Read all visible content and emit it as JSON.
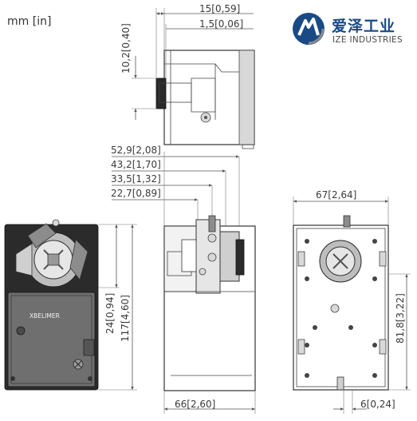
{
  "units_label": "mm [in]",
  "logo": {
    "cn_text": "爱泽工业",
    "en_text": "IZE INDUSTRIES"
  },
  "dimensions": {
    "top_width": "15[0,59]",
    "top_offset": "1,5[0,06]",
    "top_height": "10,2[0,40]",
    "d1": "52,9[2,08]",
    "d2": "43,2[1,70]",
    "d3": "33,5[1,32]",
    "d4": "22,7[0,89]",
    "front_height": "117[4,60]",
    "front_inner": "24[0,94]",
    "side_depth": "66[2,60]",
    "back_width": "67[2,64]",
    "back_height": "81,8[3,22]",
    "back_offset": "6[0,24]"
  },
  "brand_label": "XBELIMER",
  "colors": {
    "logo_blue": "#1a4a86",
    "logo_gray": "#8a8a8a",
    "body_dark": "#2b2b2b",
    "line": "#555555"
  }
}
